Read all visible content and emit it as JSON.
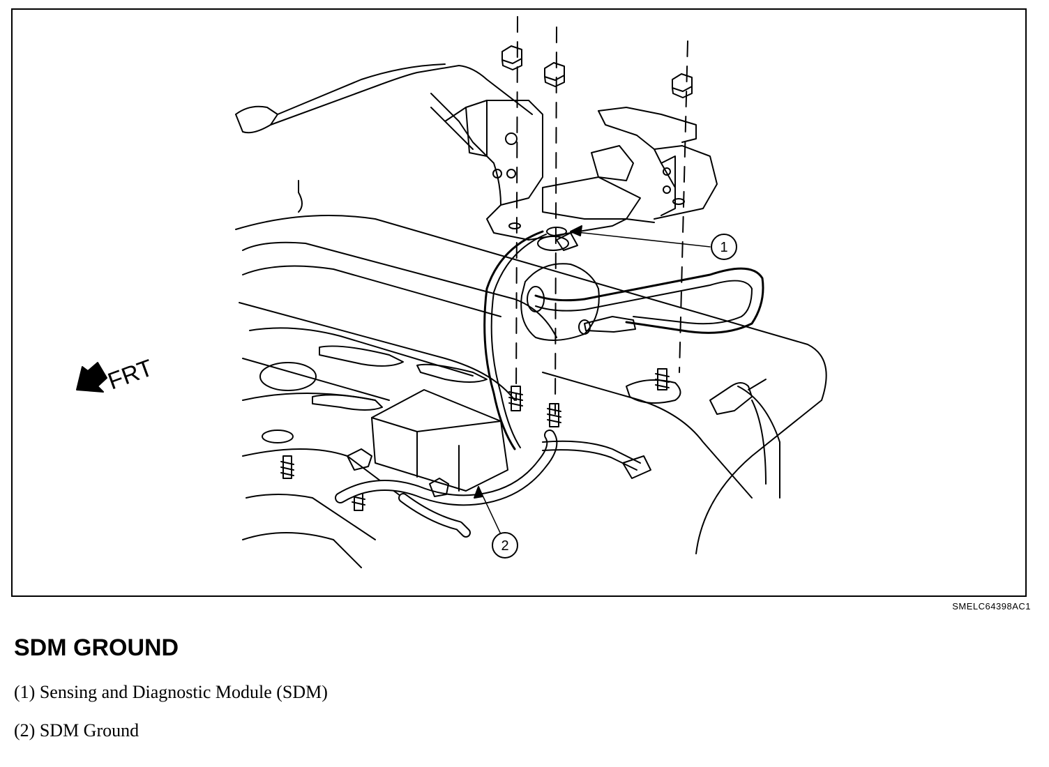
{
  "figure": {
    "code": "SMELC64398AC1",
    "direction_label": "FRT",
    "callouts": [
      "1",
      "2"
    ]
  },
  "title": "SDM GROUND",
  "legend": [
    {
      "num": "(1)",
      "text": "Sensing and Diagnostic Module (SDM)"
    },
    {
      "num": "(2)",
      "text": "SDM Ground"
    }
  ]
}
